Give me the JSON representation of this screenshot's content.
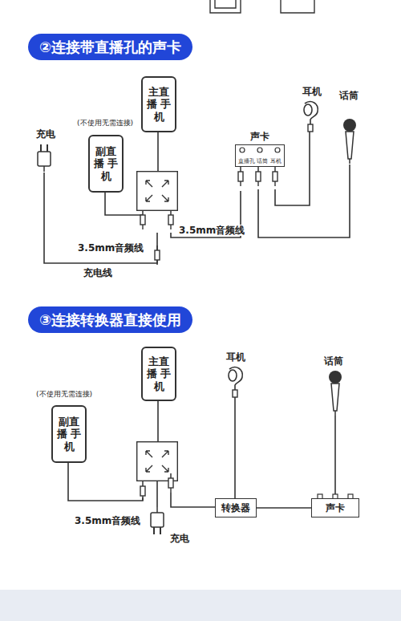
{
  "diagram": {
    "nodes": [
      {
        "text": [
          "②连接带直播孔的声卡"
        ]
      },
      {
        "text": [
          "主直播 手机"
        ]
      },
      {
        "text": [
          "副直播 手机"
        ]
      },
      {
        "text": [
          "声卡",
          "直播孔",
          "话筒",
          "耳机"
        ]
      },
      {
        "text": [
          "③连接转换器直接使用"
        ]
      },
      {
        "text": [
          "主直播 手机"
        ]
      },
      {
        "text": [
          "副直播 手机"
        ]
      },
      {
        "text": [
          "转换器"
        ]
      },
      {
        "text": [
          "声卡"
        ]
      }
    ],
    "edges": [
      {
        "from": 7,
        "to": 8,
        "arrow": "none"
      }
    ],
    "labels": [
      "(不使用无需连接)",
      "充电",
      "耳机",
      "话筒",
      "3.5mm音频线",
      "3.5mm音频线",
      "充电线",
      "(不使用无需连接)",
      "耳机",
      "话筒",
      "3.5mm音频线",
      "充电"
    ]
  }
}
